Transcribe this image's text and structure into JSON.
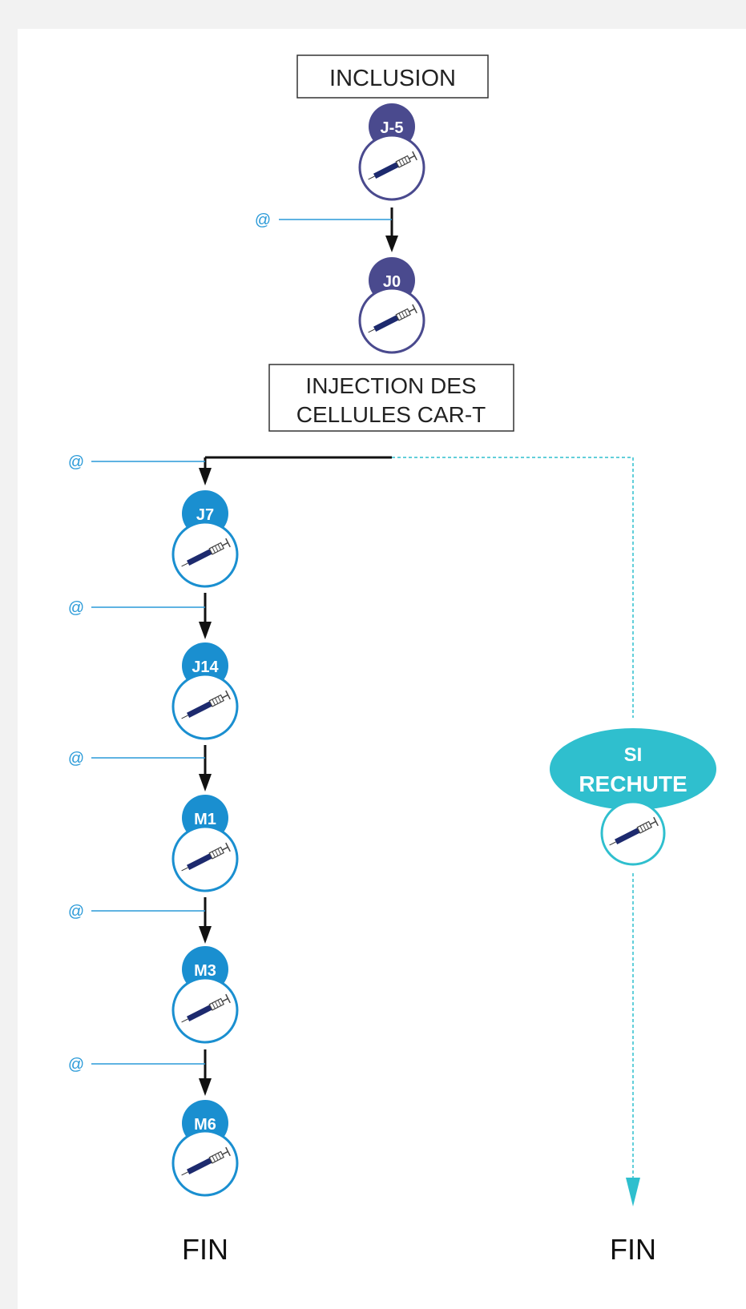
{
  "diagram": {
    "inclusion_label": "INCLUSION",
    "injection_label_line1": "INJECTION DES",
    "injection_label_line2": "CELLULES CAR-T",
    "email_marker": "@",
    "relapse_label_line1": "SI",
    "relapse_label_line2": "RECHUTE",
    "end_label_main": "FIN",
    "end_label_relapse": "FIN",
    "steps": [
      {
        "label": "J-5",
        "phase": "pre"
      },
      {
        "label": "J0",
        "phase": "pre"
      },
      {
        "label": "J7",
        "phase": "post"
      },
      {
        "label": "J14",
        "phase": "post"
      },
      {
        "label": "M1",
        "phase": "post"
      },
      {
        "label": "M3",
        "phase": "post"
      },
      {
        "label": "M6",
        "phase": "post"
      }
    ],
    "icons": {
      "visit": "syringe-icon",
      "notification": "at-sign-icon",
      "flow": "arrow-down-icon"
    },
    "colors": {
      "pre_phase": "#4a4a8e",
      "post_phase": "#1a8fd0",
      "relapse": "#2fbfce",
      "email_line": "#2a9ad8",
      "flow_line": "#111111",
      "box_border": "#333333"
    }
  }
}
